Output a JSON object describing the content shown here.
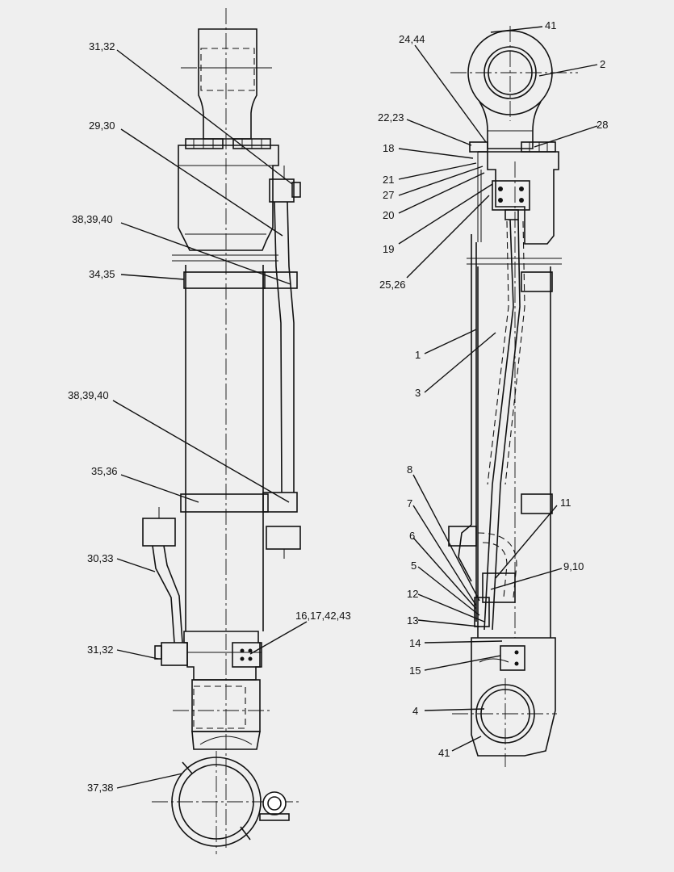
{
  "callouts": [
    {
      "id": "c-31-32-top",
      "text": "31,32"
    },
    {
      "id": "c-29-30",
      "text": "29,30"
    },
    {
      "id": "c-38-39-40-top",
      "text": "38,39,40"
    },
    {
      "id": "c-34-35",
      "text": "34,35"
    },
    {
      "id": "c-38-39-40-mid",
      "text": "38,39,40"
    },
    {
      "id": "c-35-36",
      "text": "35,36"
    },
    {
      "id": "c-30-33",
      "text": "30,33"
    },
    {
      "id": "c-31-32-bot",
      "text": "31,32"
    },
    {
      "id": "c-16-17-42-43",
      "text": "16,17,42,43"
    },
    {
      "id": "c-37-38",
      "text": "37,38"
    },
    {
      "id": "c-41-top",
      "text": "41"
    },
    {
      "id": "c-24-44",
      "text": "24,44"
    },
    {
      "id": "c-2",
      "text": "2"
    },
    {
      "id": "c-22-23",
      "text": "22,23"
    },
    {
      "id": "c-28",
      "text": "28"
    },
    {
      "id": "c-18",
      "text": "18"
    },
    {
      "id": "c-21",
      "text": "21"
    },
    {
      "id": "c-27",
      "text": "27"
    },
    {
      "id": "c-20",
      "text": "20"
    },
    {
      "id": "c-19",
      "text": "19"
    },
    {
      "id": "c-25-26",
      "text": "25,26"
    },
    {
      "id": "c-1",
      "text": "1"
    },
    {
      "id": "c-3",
      "text": "3"
    },
    {
      "id": "c-8",
      "text": "8"
    },
    {
      "id": "c-7",
      "text": "7"
    },
    {
      "id": "c-6",
      "text": "6"
    },
    {
      "id": "c-11",
      "text": "11"
    },
    {
      "id": "c-5",
      "text": "5"
    },
    {
      "id": "c-9-10",
      "text": "9,10"
    },
    {
      "id": "c-12",
      "text": "12"
    },
    {
      "id": "c-13",
      "text": "13"
    },
    {
      "id": "c-14",
      "text": "14"
    },
    {
      "id": "c-15",
      "text": "15"
    },
    {
      "id": "c-4",
      "text": "4"
    },
    {
      "id": "c-41-bot",
      "text": "41"
    }
  ]
}
